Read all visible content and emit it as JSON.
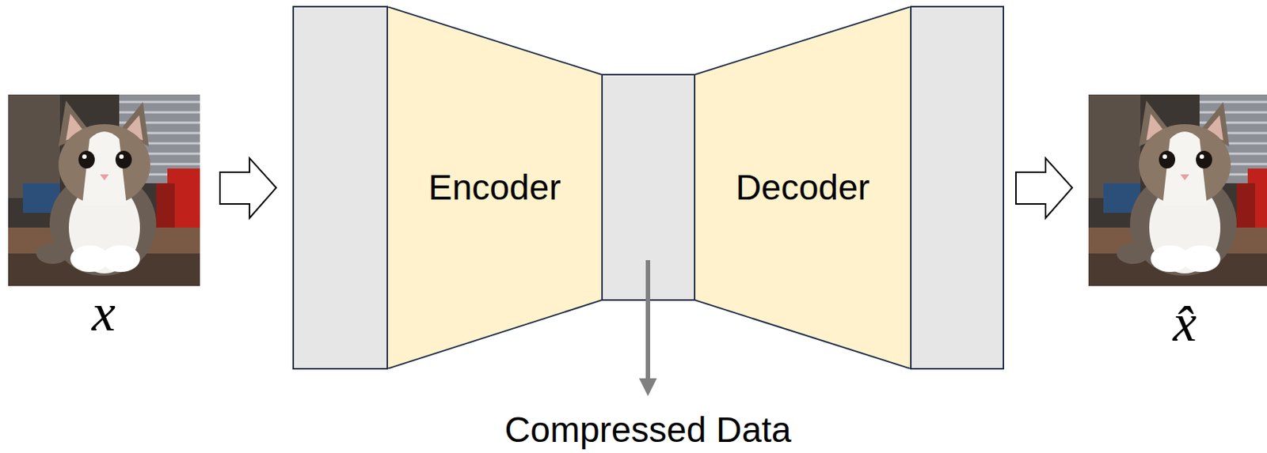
{
  "diagram": {
    "nodes": [
      {
        "text": [
          "Encoder"
        ]
      },
      {
        "text": [
          "Decoder"
        ]
      }
    ],
    "labels": [
      "x",
      "x̂",
      "Compressed Data"
    ]
  }
}
